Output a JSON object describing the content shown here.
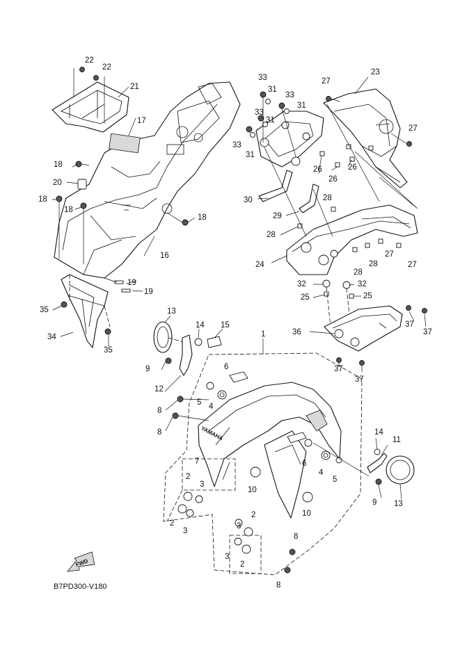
{
  "diagram_code": "B7PD300-V180",
  "brand_text": "YAMAHA",
  "fwd_badge": "FWD",
  "callouts": [
    {
      "id": "c1",
      "text": "1"
    },
    {
      "id": "c2a",
      "text": "2"
    },
    {
      "id": "c2b",
      "text": "2"
    },
    {
      "id": "c2c",
      "text": "2"
    },
    {
      "id": "c2d",
      "text": "2"
    },
    {
      "id": "c3a",
      "text": "3"
    },
    {
      "id": "c3b",
      "text": "3"
    },
    {
      "id": "c3c",
      "text": "3"
    },
    {
      "id": "c3d",
      "text": "3"
    },
    {
      "id": "c4a",
      "text": "4"
    },
    {
      "id": "c4b",
      "text": "4"
    },
    {
      "id": "c5a",
      "text": "5"
    },
    {
      "id": "c5b",
      "text": "5"
    },
    {
      "id": "c6a",
      "text": "6"
    },
    {
      "id": "c6b",
      "text": "6"
    },
    {
      "id": "c7",
      "text": "7"
    },
    {
      "id": "c8a",
      "text": "8"
    },
    {
      "id": "c8b",
      "text": "8"
    },
    {
      "id": "c8c",
      "text": "8"
    },
    {
      "id": "c8d",
      "text": "8"
    },
    {
      "id": "c9a",
      "text": "9"
    },
    {
      "id": "c9b",
      "text": "9"
    },
    {
      "id": "c10a",
      "text": "10"
    },
    {
      "id": "c10b",
      "text": "10"
    },
    {
      "id": "c11",
      "text": "11"
    },
    {
      "id": "c12",
      "text": "12"
    },
    {
      "id": "c13a",
      "text": "13"
    },
    {
      "id": "c13b",
      "text": "13"
    },
    {
      "id": "c14a",
      "text": "14"
    },
    {
      "id": "c14b",
      "text": "14"
    },
    {
      "id": "c15",
      "text": "15"
    },
    {
      "id": "c16",
      "text": "16"
    },
    {
      "id": "c17",
      "text": "17"
    },
    {
      "id": "c18a",
      "text": "18"
    },
    {
      "id": "c18b",
      "text": "18"
    },
    {
      "id": "c18c",
      "text": "18"
    },
    {
      "id": "c18d",
      "text": "18"
    },
    {
      "id": "c19a",
      "text": "19"
    },
    {
      "id": "c19b",
      "text": "19"
    },
    {
      "id": "c20",
      "text": "20"
    },
    {
      "id": "c21",
      "text": "21"
    },
    {
      "id": "c22a",
      "text": "22"
    },
    {
      "id": "c22b",
      "text": "22"
    },
    {
      "id": "c23",
      "text": "23"
    },
    {
      "id": "c24",
      "text": "24"
    },
    {
      "id": "c25a",
      "text": "25"
    },
    {
      "id": "c25b",
      "text": "25"
    },
    {
      "id": "c26a",
      "text": "26"
    },
    {
      "id": "c26b",
      "text": "26"
    },
    {
      "id": "c26c",
      "text": "26"
    },
    {
      "id": "c27a",
      "text": "27"
    },
    {
      "id": "c27b",
      "text": "27"
    },
    {
      "id": "c27c",
      "text": "27"
    },
    {
      "id": "c27d",
      "text": "27"
    },
    {
      "id": "c28a",
      "text": "28"
    },
    {
      "id": "c28b",
      "text": "28"
    },
    {
      "id": "c28c",
      "text": "28"
    },
    {
      "id": "c28d",
      "text": "28"
    },
    {
      "id": "c29",
      "text": "29"
    },
    {
      "id": "c30",
      "text": "30"
    },
    {
      "id": "c31a",
      "text": "31"
    },
    {
      "id": "c31b",
      "text": "31"
    },
    {
      "id": "c31c",
      "text": "31"
    },
    {
      "id": "c31d",
      "text": "31"
    },
    {
      "id": "c32a",
      "text": "32"
    },
    {
      "id": "c32b",
      "text": "32"
    },
    {
      "id": "c33a",
      "text": "33"
    },
    {
      "id": "c33b",
      "text": "33"
    },
    {
      "id": "c33c",
      "text": "33"
    },
    {
      "id": "c33d",
      "text": "33"
    },
    {
      "id": "c34",
      "text": "34"
    },
    {
      "id": "c35a",
      "text": "35"
    },
    {
      "id": "c35b",
      "text": "35"
    },
    {
      "id": "c36",
      "text": "36"
    },
    {
      "id": "c37a",
      "text": "37"
    },
    {
      "id": "c37b",
      "text": "37"
    },
    {
      "id": "c37c",
      "text": "37"
    },
    {
      "id": "c37d",
      "text": "37"
    }
  ]
}
